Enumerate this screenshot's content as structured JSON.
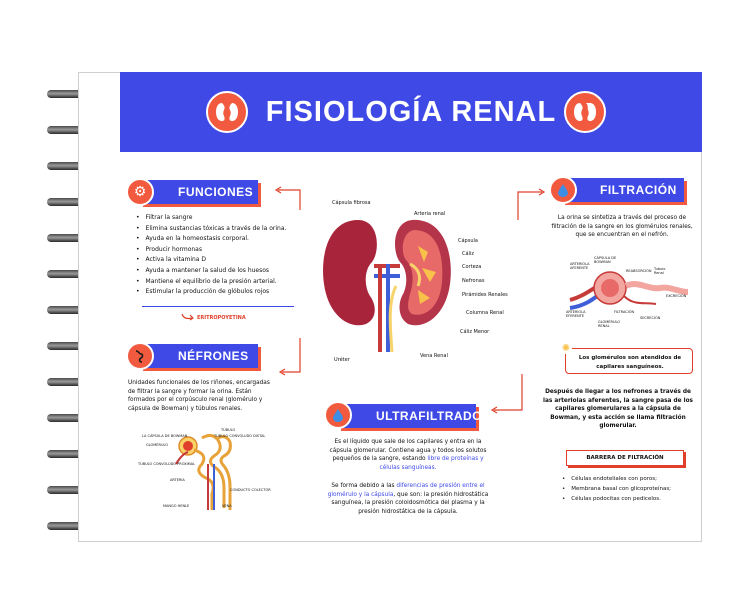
{
  "header": {
    "title": "FISIOLOGÍA RENAL"
  },
  "funciones": {
    "title": "FUNCIONES",
    "items": [
      "Filtrar la sangre",
      "Elimina sustancias tóxicas a través de la orina.",
      "Ayuda en la homeostasis corporal.",
      "Producir hormonas",
      "Activa la vitamina D",
      "Ayuda a mantener la salud de los huesos",
      "Mantiene el equilibrio de la presión arterial.",
      "Estimular la producción de glóbulos rojos"
    ],
    "note": "ERITROPOYETINA"
  },
  "nefrones": {
    "title": "NÉFRONES",
    "text": "Unidades funcionales de los riñones, encargadas de filtrar la sangre y formar la orina. Están formados por el corpúsculo renal (glomérulo y cápsula de Bowman) y túbulos renales.",
    "labels": {
      "capsula_bowman": "LA CÁPSULA DE BOWMAN",
      "glomerulo": "GLOMÉRULO",
      "tubulo_distal": "TÚBULO CONVOLUDO DISTAL",
      "tubulo": "TÚBULO",
      "tubulo_proximal": "TÚBULO CONVOLUDO PROXIMAL",
      "arteria": "ARTERIA",
      "asa_henle": "MANGO HENLE",
      "vena": "VENA",
      "conducto": "CONDUCTO COLECTOR"
    }
  },
  "kidney": {
    "labels": {
      "capsula_fibrosa": "Cápsula fibrosa",
      "arteria_renal": "Arteria renal",
      "capsula": "Cápsula",
      "caliz": "Cáliz",
      "corteza": "Corteza",
      "nefronas": "Nefronas",
      "piramides": "Pirámides Renales",
      "columna": "Columna Renal",
      "caliz_menor": "Cáliz Menor",
      "vena_renal": "Vena Renal",
      "ureter": "Uréter"
    }
  },
  "filtracion": {
    "title": "FILTRACIÓN",
    "text": "La orina se sintetiza a través del proceso de filtración de la sangre en los glomérulos renales, que se encuentran en el nefrón.",
    "diagram_labels": {
      "arteriola_aferente": "ARTERIOLA AFERENTE",
      "capsula": "CÁPSULA DE BOWMAN",
      "reabsorcion": "REABSORCIÓN",
      "tubulo": "Tubulo Renal",
      "excrecion": "EXCRECIÓN",
      "arteriola_eferente": "ARTERIOLA EFERENTE",
      "filtracion": "FILTRACIÓN",
      "secrecion": "SECRECIÓN",
      "glomerulo": "GLOMÉRULO RENAL"
    },
    "callout": "Los glomérulos son atendidos de capilares sanguíneos.",
    "text2": "Después de llegar a los nefrones a través de las arteriolas aferentes, la sangre pasa de los capilares glomerulares a la cápsula de Bowman, y esta acción se llama filtración glomerular.",
    "barrier_title": "BARRERA DE FILTRACIÓN",
    "barrier_items": [
      "Células endoteliales con poros;",
      "Membrana basal con glicoproteínas;",
      "Células podocitas con pedicelos."
    ]
  },
  "ultrafiltrado": {
    "title": "ULTRAFILTRADO",
    "p1_a": "Es el líquido que sale de los capilares y entra en la cápsula glomerular. Contiene agua y todos los solutos pequeños de la sangre, estando ",
    "p1_b": "libre de proteínas y células sanguíneas.",
    "p2_a": "Se forma debido a las ",
    "p2_b": "diferencias de presión entre el glomérulo y la cápsula",
    "p2_c": ", que son: la presión hidrostática sanguínea, la presión coloidosmótica del plasma y la presión hidrostática de la cápsula."
  },
  "colors": {
    "blue": "#3e49e6",
    "orange": "#f15a3e",
    "kidney": "#a8243a"
  }
}
